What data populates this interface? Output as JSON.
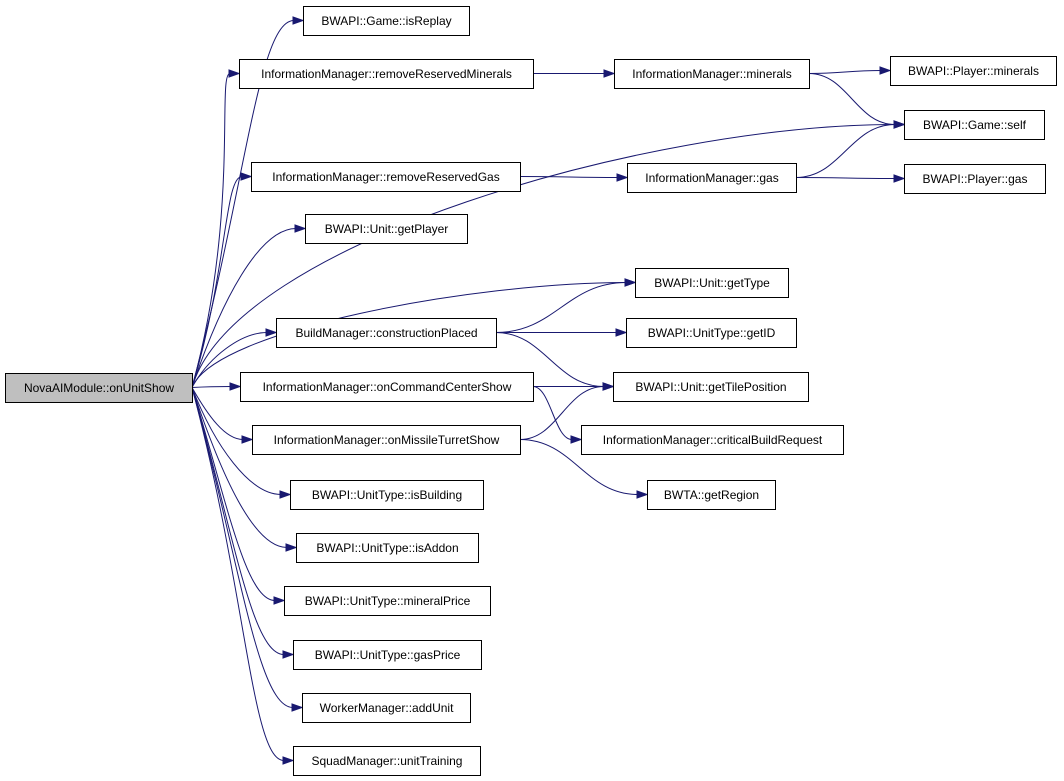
{
  "nodes": {
    "root": "NovaAIModule::onUnitShow",
    "game_isreplay": "BWAPI::Game::isReplay",
    "im_removereservedminerals": "InformationManager::removeReservedMinerals",
    "im_minerals": "InformationManager::minerals",
    "player_minerals": "BWAPI::Player::minerals",
    "game_self": "BWAPI::Game::self",
    "im_removereservedgas": "InformationManager::removeReservedGas",
    "im_gas": "InformationManager::gas",
    "player_gas": "BWAPI::Player::gas",
    "unit_getplayer": "BWAPI::Unit::getPlayer",
    "unit_gettype": "BWAPI::Unit::getType",
    "bm_constructionplaced": "BuildManager::constructionPlaced",
    "unittype_getid": "BWAPI::UnitType::getID",
    "im_oncommandcentershow": "InformationManager::onCommandCenterShow",
    "unit_gettileposition": "BWAPI::Unit::getTilePosition",
    "im_onmissileturretshow": "InformationManager::onMissileTurretShow",
    "im_criticalbuildrequest": "InformationManager::criticalBuildRequest",
    "bwta_getregion": "BWTA::getRegion",
    "unittype_isbuilding": "BWAPI::UnitType::isBuilding",
    "unittype_isaddon": "BWAPI::UnitType::isAddon",
    "unittype_mineralprice": "BWAPI::UnitType::mineralPrice",
    "unittype_gasprice": "BWAPI::UnitType::gasPrice",
    "wm_addunit": "WorkerManager::addUnit",
    "sm_unittraining": "SquadManager::unitTraining"
  },
  "edges": [
    [
      "root",
      "game_isreplay"
    ],
    [
      "root",
      "im_removereservedminerals"
    ],
    [
      "root",
      "game_self"
    ],
    [
      "root",
      "im_removereservedgas"
    ],
    [
      "root",
      "unit_getplayer"
    ],
    [
      "root",
      "unit_gettype"
    ],
    [
      "root",
      "bm_constructionplaced"
    ],
    [
      "root",
      "im_oncommandcentershow"
    ],
    [
      "root",
      "im_onmissileturretshow"
    ],
    [
      "root",
      "unittype_isbuilding"
    ],
    [
      "root",
      "unittype_isaddon"
    ],
    [
      "root",
      "unittype_mineralprice"
    ],
    [
      "root",
      "unittype_gasprice"
    ],
    [
      "root",
      "wm_addunit"
    ],
    [
      "root",
      "sm_unittraining"
    ],
    [
      "im_removereservedminerals",
      "im_minerals"
    ],
    [
      "im_minerals",
      "player_minerals"
    ],
    [
      "im_minerals",
      "game_self"
    ],
    [
      "im_removereservedgas",
      "im_gas"
    ],
    [
      "im_gas",
      "game_self"
    ],
    [
      "im_gas",
      "player_gas"
    ],
    [
      "bm_constructionplaced",
      "unit_gettype"
    ],
    [
      "bm_constructionplaced",
      "unittype_getid"
    ],
    [
      "bm_constructionplaced",
      "unit_gettileposition"
    ],
    [
      "im_oncommandcentershow",
      "unit_gettileposition"
    ],
    [
      "im_oncommandcentershow",
      "im_criticalbuildrequest"
    ],
    [
      "im_onmissileturretshow",
      "unit_gettileposition"
    ],
    [
      "im_onmissileturretshow",
      "bwta_getregion"
    ]
  ]
}
